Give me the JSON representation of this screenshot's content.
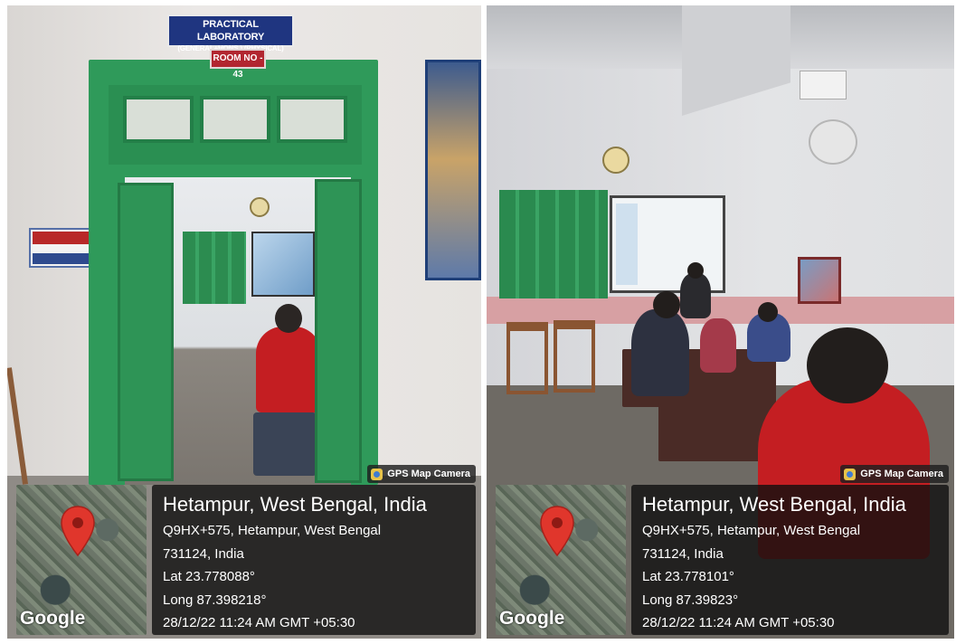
{
  "left_photo": {
    "lab_sign": {
      "line1": "PRACTICAL LABORATORY",
      "line2": "(GENERAL+HONS.) (PHYSICAL)"
    },
    "room_sign": "ROOM NO - 43",
    "gps": {
      "app_label": "GPS Map Camera",
      "map_brand": "Google",
      "title": "Hetampur, West Bengal, India",
      "address_line1": "Q9HX+575, Hetampur, West Bengal",
      "address_line2": "731124, India",
      "lat": "Lat 23.778088°",
      "long": "Long 87.398218°",
      "datetime": "28/12/22 11:24 AM GMT +05:30"
    }
  },
  "right_photo": {
    "gps": {
      "app_label": "GPS Map Camera",
      "map_brand": "Google",
      "title": "Hetampur, West Bengal, India",
      "address_line1": "Q9HX+575, Hetampur, West Bengal",
      "address_line2": "731124, India",
      "lat": "Lat 23.778101°",
      "long": "Long 87.39823°",
      "datetime": "28/12/22 11:24 AM GMT +05:30"
    }
  },
  "colors": {
    "door_green": "#2f9a5a",
    "pin_red": "#e0362c",
    "sign_blue": "#1f3580",
    "room_sign_red": "#b22630"
  },
  "icons": [
    "map-pin-icon",
    "gps-camera-icon"
  ]
}
